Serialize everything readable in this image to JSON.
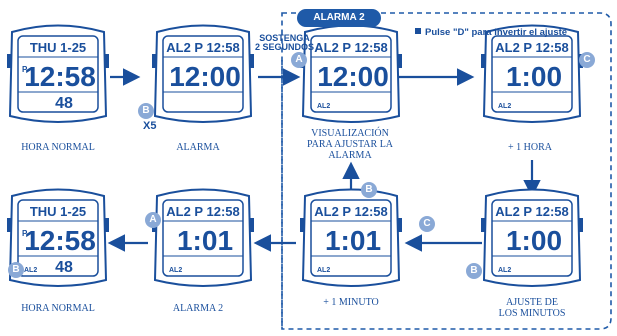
{
  "alarm_section": {
    "title": "ALARMA 2"
  },
  "hint": {
    "text": "Pulse \"D\" para invertir el ajuste"
  },
  "hold": {
    "line1": "SOSTENGA",
    "line2": "2 SEGUNDOS"
  },
  "multiplier": "X5",
  "buttons": {
    "a": "A",
    "b": "B",
    "c": "C"
  },
  "colors": {
    "blue": "#1a4f9c",
    "button": "#8aa9d6",
    "panel": "#1f5aa8"
  },
  "watches": [
    {
      "id": "w1",
      "top": "THU 1-25",
      "main": "12:58",
      "sub": "48",
      "p": "P",
      "caption": [
        "HORA NORMAL"
      ]
    },
    {
      "id": "w2",
      "top": "AL2 P 12:58",
      "main": "12:00",
      "caption": [
        "ALARMA"
      ]
    },
    {
      "id": "w3",
      "top": "AL2 P 12:58",
      "main": "12:00",
      "badge": "AL2",
      "caption": [
        "VISUALIZACIÓN",
        "PARA AJUSTAR LA",
        "ALARMA"
      ]
    },
    {
      "id": "w4",
      "top": "AL2 P 12:58",
      "main": "1:00",
      "badge": "AL2",
      "caption": [
        "+ 1 HORA"
      ]
    },
    {
      "id": "w5",
      "top": "AL2 P 12:58",
      "main": "1:00",
      "badge": "AL2",
      "caption": [
        "AJUSTE DE",
        "LOS MINUTOS"
      ]
    },
    {
      "id": "w6",
      "top": "AL2 P 12:58",
      "main": "1:01",
      "badge": "AL2",
      "caption": [
        "+ 1 MINUTO"
      ]
    },
    {
      "id": "w7",
      "top": "AL2 P 12:58",
      "main": "1:01",
      "badge": "AL2",
      "caption": [
        "ALARMA 2"
      ]
    },
    {
      "id": "w8",
      "top": "THU 1-25",
      "main": "12:58",
      "sub": "48",
      "badge": "AL2",
      "p": "P",
      "caption": [
        "HORA NORMAL"
      ]
    }
  ]
}
